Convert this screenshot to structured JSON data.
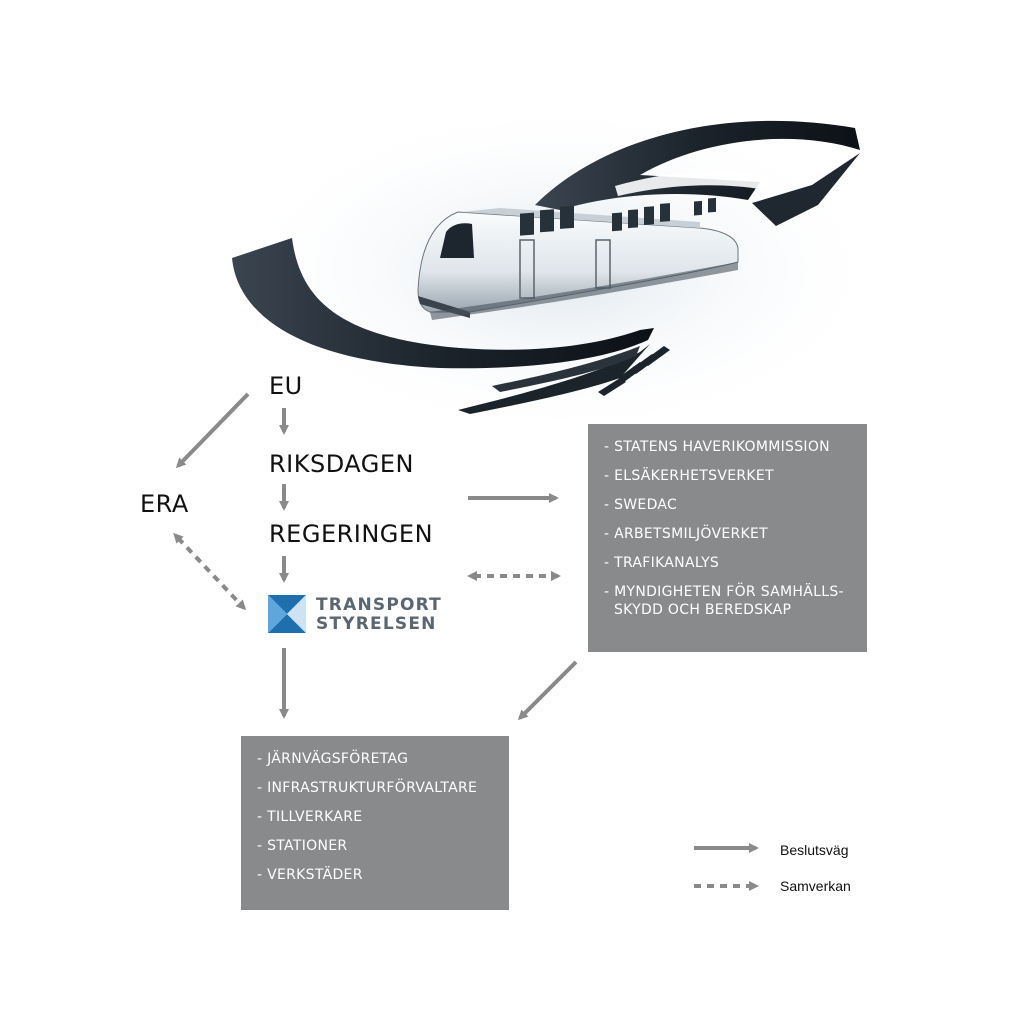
{
  "nodes": {
    "eu": "EU",
    "riksdagen": "RIKSDAGEN",
    "regeringen": "REGERINGEN",
    "era": "ERA"
  },
  "logo": {
    "line1": "TRANSPORT",
    "line2": "STYRELSEN"
  },
  "authorities_box": {
    "items": [
      "- STATENS HAVERIKOMMISSION",
      "- ELSÄKERHETSVERKET",
      "- SWEDAC",
      "- ARBETSMILJÖVERKET",
      "- TRAFIKANALYS",
      "- MYNDIGHETEN FÖR SAMHÄLLS-",
      "SKYDD OCH BEREDSKAP"
    ]
  },
  "industry_box": {
    "items": [
      "- JÄRNVÄGSFÖRETAG",
      "- INFRASTRUKTURFÖRVALTARE",
      "- TILLVERKARE",
      "- STATIONER",
      "- VERKSTÄDER"
    ]
  },
  "legend": {
    "solid": "Beslutsväg",
    "dashed": "Samverkan"
  },
  "colors": {
    "arrow": "#8a8a8a",
    "box": "#888a8c",
    "logo_blue": "#1f6fae",
    "logo_gray": "#5b6670"
  }
}
